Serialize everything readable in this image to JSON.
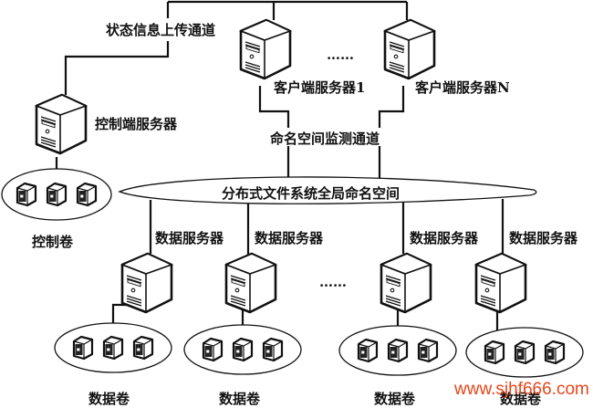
{
  "diagram": {
    "labels": {
      "status_channel": "状态信息上传通道",
      "control_server": "控制端服务器",
      "client_server_1": "客户端服务器1",
      "client_server_n": "客户端服务器N",
      "client_ellipsis": "……",
      "namespace_monitor_channel": "命名空间监测通道",
      "global_namespace": "分布式文件系统全局命名空间",
      "control_volume": "控制卷",
      "data_server": "数据服务器",
      "data_ellipsis": "……",
      "data_volume": "数据卷"
    },
    "data_servers": [
      {
        "label": "数据服务器",
        "volume": "数据卷"
      },
      {
        "label": "数据服务器",
        "volume": "数据卷"
      },
      {
        "label": "数据服务器",
        "volume": "数据卷"
      },
      {
        "label": "数据服务器",
        "volume": "数据卷"
      }
    ],
    "disks_per_volume": 3,
    "icons": {
      "server": "server-tower-icon",
      "disk": "disk-drive-icon"
    },
    "watermark": "www.sjhf666.com",
    "colors": {
      "line": "#111111",
      "watermark": "#e8461a"
    }
  }
}
